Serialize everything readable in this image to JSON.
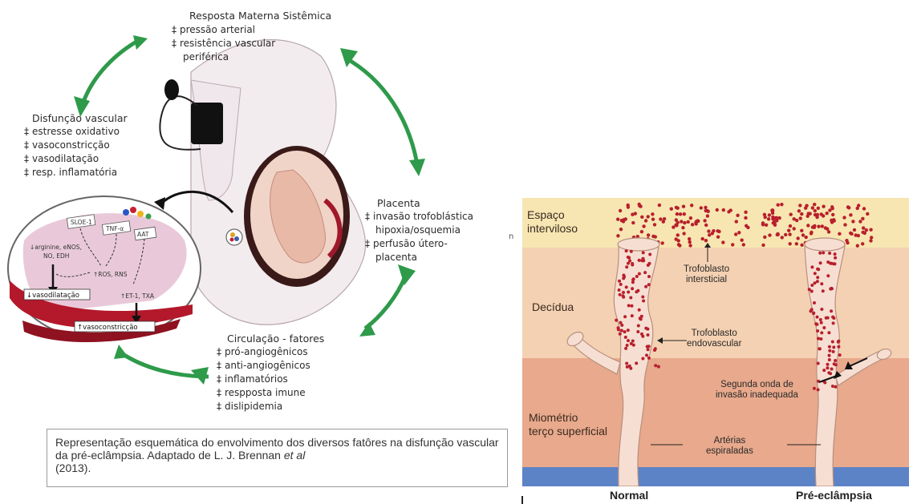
{
  "left_figure": {
    "top": {
      "title": "Resposta Materna Sistêmica",
      "items": [
        "pressão arterial",
        "resistência vascular",
        "periférica"
      ]
    },
    "left": {
      "title": "Disfunção vascular",
      "items": [
        "estresse oxidativo",
        "vasoconstricção",
        "vasodilatação",
        "resp. inflamatória"
      ]
    },
    "right": {
      "title": "Placenta",
      "items": [
        "invasão trofoblástica",
        "hipoxia/osquemia",
        "perfusão útero-",
        "placenta"
      ]
    },
    "bottom": {
      "title": "Circulação - fatores",
      "items": [
        "pró-angiogênicos",
        "anti-angiogênicos",
        "inflamatórios",
        "respposta imune",
        "dislipidemia"
      ]
    },
    "updown_mark": "‡",
    "inset": {
      "sflt": "SLOE-1",
      "tnf": "TNF-α",
      "aat": "AAT",
      "arginine": "↓arginine, eNOS,",
      "no_edh": "NO, EDH",
      "ros": "↑ROS, RNS",
      "et1": "↑ET-1, TXA",
      "vasodilat": "↓vasodilatação",
      "vasocons": "↑vasoconstricção"
    },
    "caption": {
      "text_main": "Representação esquemática do envolvimento dos diversos fatôres na disfunção vascular da pré-eclâmpsia. Adaptado de L. J. Brennan ",
      "text_etal": "et al",
      "text_year": "(2013)."
    },
    "stray_mark": "n",
    "colors": {
      "arrow_green": "#2e9a4a",
      "inset_pink": "#e9c9d9",
      "vessel_red": "#b3192b"
    }
  },
  "right_figure": {
    "labels": {
      "interviloso": [
        "Espaço",
        "interviloso"
      ],
      "decidua": "Decídua",
      "miometrio": [
        "Miométrio",
        "terço superficial"
      ],
      "trof_intersticial": [
        "Trofoblasto",
        "intersticial"
      ],
      "trof_endovascular": [
        "Trofoblasto",
        "endovascular"
      ],
      "segunda_onda": [
        "Segunda onda de",
        "invasão inadequada"
      ],
      "arterias": [
        "Artérias",
        "espiraladas"
      ]
    },
    "bottom": {
      "normal": "Normal",
      "pre": "Pré-eclâmpsia"
    },
    "colors": {
      "yellow": "#f7e6b2",
      "decidua": "#f4d1b2",
      "myometrium": "#e8a98c",
      "blue": "#5c83c6",
      "dots": "#b81f2c",
      "vessel": "#f6dfd2"
    }
  }
}
